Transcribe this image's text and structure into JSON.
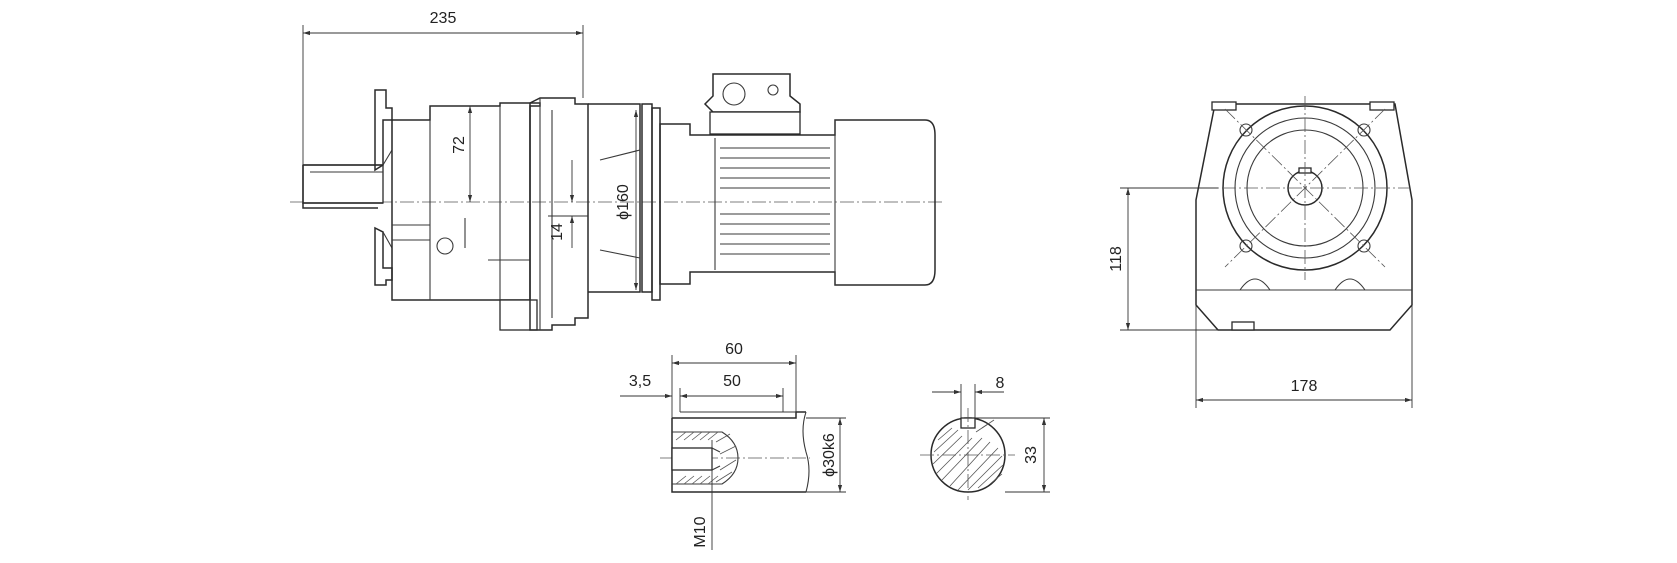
{
  "dimensions": {
    "overall_length": "235",
    "flange_height": "72",
    "shaft_offset": "14",
    "flange_diameter": "ϕ160",
    "shaft_length": "60",
    "key_length": "50",
    "key_offset": "3,5",
    "shaft_diameter": "ϕ30k6",
    "thread": "M10",
    "key_width": "8",
    "key_height": "33",
    "axis_height": "118",
    "housing_width": "178"
  },
  "colors": {
    "line": "#2a2a2a",
    "background": "#ffffff"
  }
}
